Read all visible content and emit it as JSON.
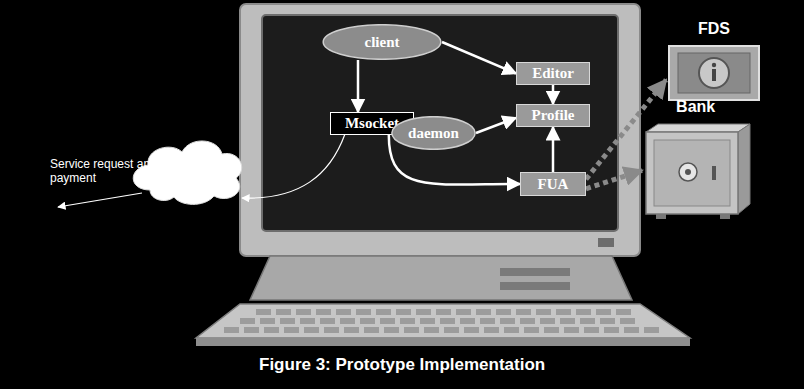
{
  "diagram": {
    "caption": "Figure 3: Prototype Implementation",
    "nodes": [
      {
        "text": [
          "client"
        ]
      },
      {
        "text": [
          "Editor"
        ]
      },
      {
        "text": [
          "Msocket"
        ]
      },
      {
        "text": [
          "Profile"
        ]
      },
      {
        "text": [
          "daemon"
        ]
      },
      {
        "text": [
          "FUA"
        ]
      },
      {
        "text": [
          "FDS"
        ]
      },
      {
        "text": [
          "Bank"
        ]
      }
    ],
    "edges": [
      {
        "from": 0,
        "to": 1,
        "arrow": "to"
      },
      {
        "from": 0,
        "to": 2,
        "arrow": "to"
      },
      {
        "from": 1,
        "to": 3,
        "arrow": "to"
      },
      {
        "from": 4,
        "to": 3,
        "arrow": "to"
      },
      {
        "from": 2,
        "to": 5,
        "arrow": "to"
      },
      {
        "from": 5,
        "to": 3,
        "arrow": "to"
      },
      {
        "from": 5,
        "to": 6,
        "arrow": "to"
      },
      {
        "from": 5,
        "to": 7,
        "arrow": "to"
      }
    ],
    "labels": [
      "Service request and payment"
    ]
  }
}
